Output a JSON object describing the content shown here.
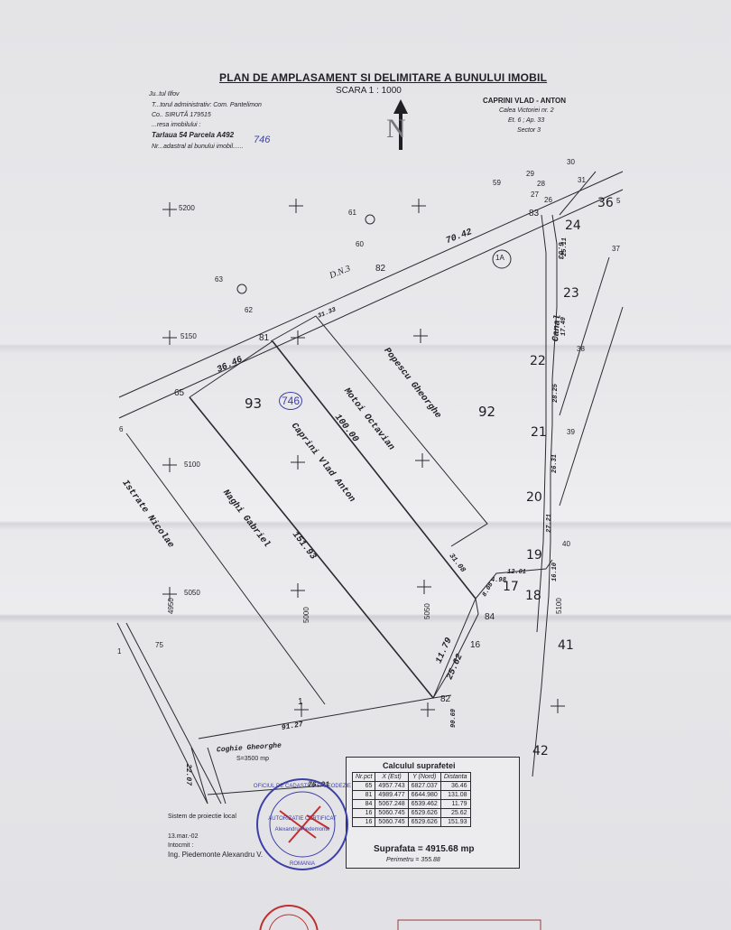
{
  "header": {
    "title": "PLAN DE AMPLASAMENT SI DELIMITARE A BUNULUI IMOBIL",
    "scale": "SCARA 1 : 1000",
    "north_letter": "N"
  },
  "left_info": {
    "line1": "Ju..tul Ilfov",
    "line2": "T...torul administrativ: Com. Pantelimon",
    "line3": "Co.. SIRUTĂ  179515",
    "line4": "...resa imobilului :",
    "line5": "Tarlaua 54 Parcela A492",
    "line6": "Nr...adastral al bunului imobil......",
    "handwritten": "746"
  },
  "owner_block": {
    "name": "CAPRINI VLAD - ANTON",
    "addr1": "Calea Victoriei nr. 2",
    "addr2": "Et. 6 ; Ap. 33",
    "addr3": "Sector 3"
  },
  "grid_labels": {
    "y5200": "5200",
    "y5150": "5150",
    "y5100": "5100",
    "y5050": "5050",
    "x4950": "4950",
    "x5000": "5000",
    "x5050": "5050",
    "x5100": "5100"
  },
  "points": {
    "p59": "59",
    "p29": "29",
    "p30": "30",
    "p28": "28",
    "p31": "31",
    "p27": "27",
    "p26": "26",
    "p83": "83",
    "p36": "36",
    "p35": "5",
    "p24": "24",
    "p37": "37",
    "p61": "61",
    "p60": "60",
    "p82a": "82",
    "p63": "63",
    "p62": "62",
    "p23": "23",
    "p81": "81",
    "p38": "38",
    "p22": "22",
    "p65": "65",
    "p6": "6",
    "p21": "21",
    "p39": "39",
    "p20": "20",
    "p19": "19",
    "p40": "40",
    "p17": "17",
    "p18": "18",
    "p84": "84",
    "p16": "16",
    "p41": "41",
    "p75": "75",
    "p1a": "1",
    "p82": "82",
    "p1": "1",
    "p42": "42",
    "p1A": "1A"
  },
  "distances": {
    "d7042": "70.42",
    "d603": "6.03",
    "d3646": "36.46",
    "d10000": "100.00",
    "d15193": "151.93",
    "d3108": "31.08",
    "d1201": "12.01",
    "d1179": "11.79",
    "d2562": "25.62",
    "d9127": "91.27",
    "d2207": "22.07",
    "d7691": "76.91",
    "d9069": "90.69",
    "s1": "25.11",
    "s2": "17.49",
    "s3": "28.25",
    "s4": "26.31",
    "s5": "27.21",
    "s6": "16.10",
    "s7": "31.33",
    "s8": "8.08",
    "s9": "4.98"
  },
  "parcels": {
    "p93": "93",
    "p92": "92",
    "p746": "746"
  },
  "names": {
    "dn3": "D.N.3",
    "popescu": "Popescu Gheorghe",
    "motoi": "Motoi Octavian",
    "caprini": "Caprini Vlad Anton",
    "naghi": "Naghi Gabriel",
    "istrate": "Istrate Nicolae",
    "coghie": "Coghie Gheorghe",
    "coghie_sub": "S=3500 mp",
    "canal": "Canal"
  },
  "footer": {
    "proj": "Sistem de proiectie local",
    "date": "13.mar.-02",
    "intocmit": "Intocmit :",
    "author": "Ing. Piedemonte Alexandru V.",
    "stamp_ring": "OFICIUL DE CADASTRU SI GEODEZIE",
    "stamp_center": "AUTORIZATIE CERTIFICAT",
    "stamp_name": "Alexandru Piedemonte",
    "stamp_country": "ROMANIA"
  },
  "area_calc": {
    "title": "Calculul suprafetei",
    "headers": [
      "Nr.pct",
      "X (Est)",
      "Y (Nord)",
      "Distanta"
    ],
    "rows": [
      [
        "65",
        "4957.743",
        "6827.037",
        "36.46"
      ],
      [
        "81",
        "4989.477",
        "6644.980",
        "131.08"
      ],
      [
        "84",
        "5067.248",
        "6539.462",
        "11.79"
      ],
      [
        "16",
        "5060.745",
        "6529.626",
        "25.62"
      ],
      [
        "16",
        "5060.745",
        "6529.626",
        "151.93"
      ]
    ],
    "surface": "Suprafata =  4915.68   mp",
    "perimeter": "Perimetru =  355.88"
  },
  "colors": {
    "ink": "#1f1f24",
    "stamp_blue": "#3b3fa8",
    "stamp_red": "#c03030"
  }
}
